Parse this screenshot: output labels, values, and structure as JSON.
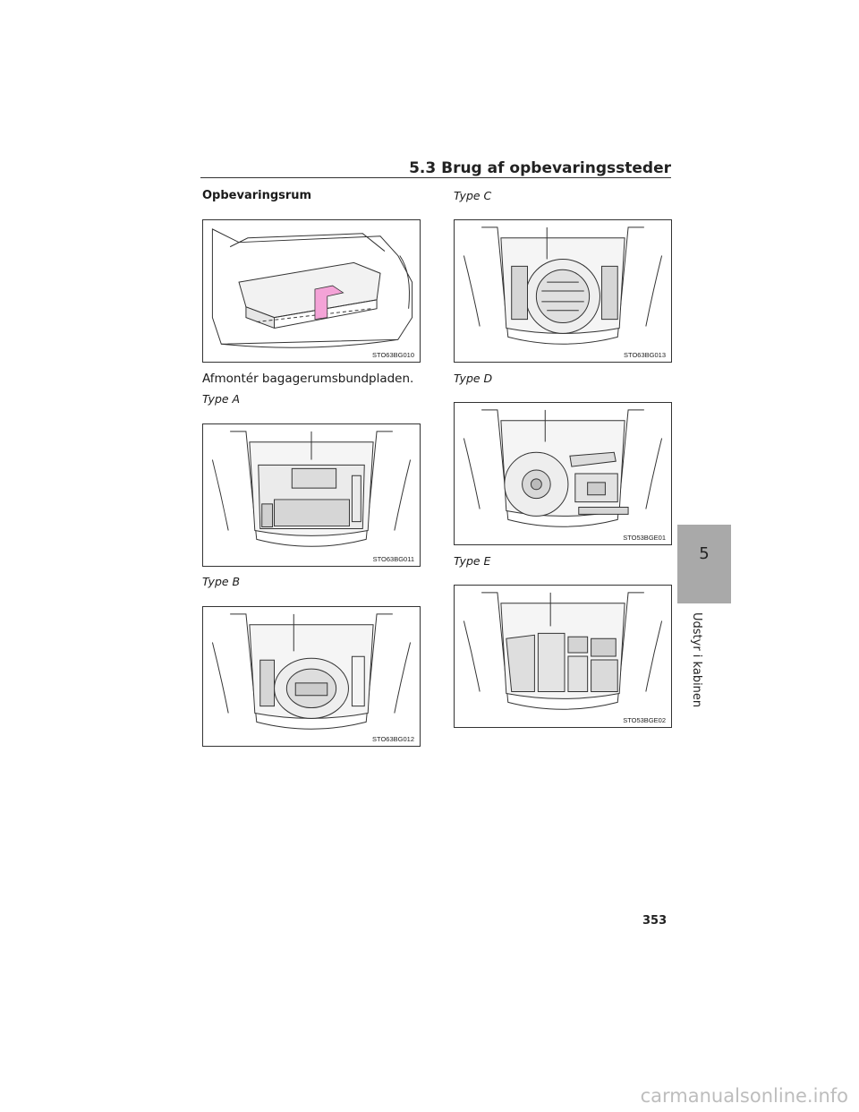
{
  "header": {
    "section_title": "5.3  Brug af opbevaringssteder"
  },
  "content": {
    "heading": "Opbevaringsrum",
    "instruction": "Afmontér bagagerumsbundpladen.",
    "figures": [
      {
        "code": "STO63BG010"
      },
      {
        "label": "Type A",
        "code": "STO63BG011"
      },
      {
        "label": "Type B",
        "code": "STO63BG012"
      },
      {
        "label": "Type C",
        "code": "STO63BG013"
      },
      {
        "label": "Type D",
        "code": "STO53BGE01"
      },
      {
        "label": "Type E",
        "code": "STO53BGE02"
      }
    ]
  },
  "chapter": {
    "number": "5",
    "title": "Udstyr i kabinen"
  },
  "footer": {
    "page_number": "353",
    "watermark": "carmanualsonline.info"
  }
}
